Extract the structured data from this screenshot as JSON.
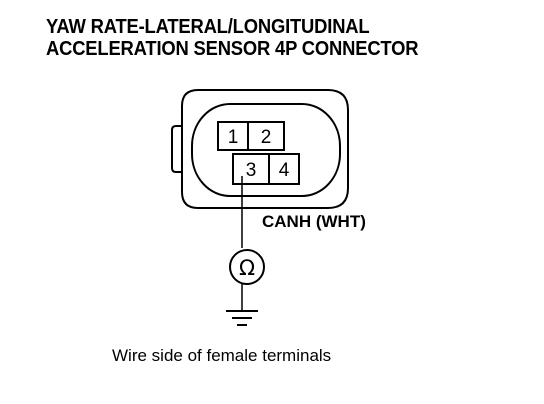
{
  "title": {
    "line1": "YAW RATE-LATERAL/LONGITUDINAL",
    "line2": "ACCELERATION SENSOR 4P CONNECTOR"
  },
  "connector": {
    "terminals": [
      "1",
      "2",
      "3",
      "4"
    ]
  },
  "wire": {
    "label": "CANH (WHT)"
  },
  "meter": {
    "symbol": "Ω"
  },
  "caption": "Wire side of female terminals"
}
